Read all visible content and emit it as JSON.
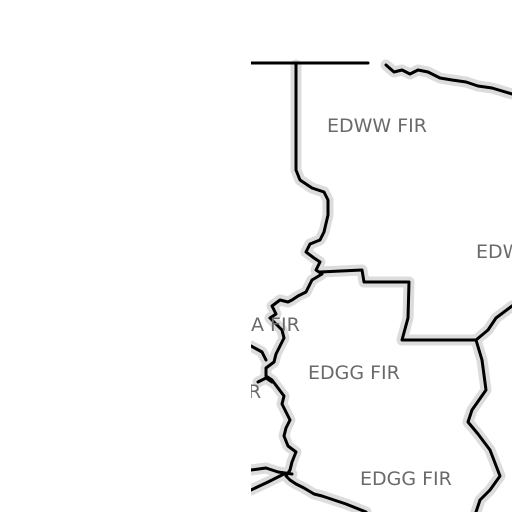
{
  "map": {
    "background": "#ffffff",
    "border_color": "#000000",
    "halo_color": "#dcdcdc",
    "label_color": "#6a6a6a",
    "labels": {
      "edww": "EDWW FIR",
      "edw_partial": "EDW",
      "a_fir_partial": "A FIR",
      "edgg_upper": "EDGG FIR",
      "edgg_lower": "EDGG FIR",
      "r_partial": "R"
    }
  }
}
